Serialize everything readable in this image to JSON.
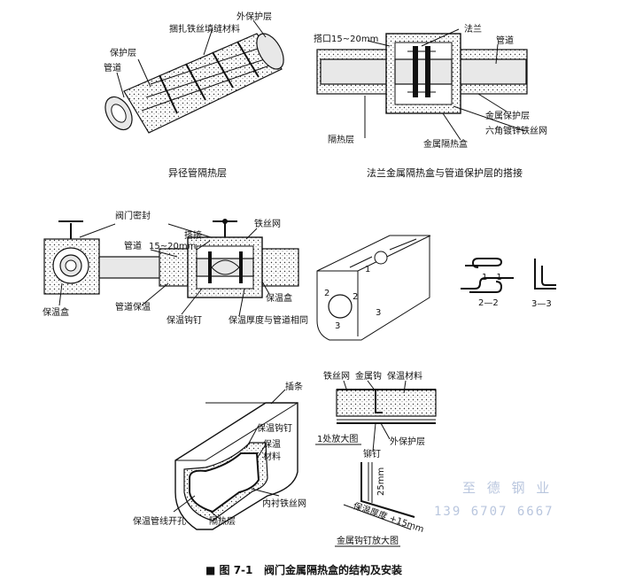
{
  "panels": {
    "reducer": {
      "caption": "异径管隔热层",
      "labels": {
        "outer_protect": "外保护层",
        "tie_wire": "捆扎铁丝",
        "fill_seam": "填缝材料",
        "protect": "保护层",
        "pipe": "管道"
      }
    },
    "flange": {
      "caption": "法兰金属隔热盒与管道保护层的搭接",
      "labels": {
        "lap": "搭口15~20mm",
        "flange": "法兰",
        "pipe": "管道",
        "metal_protect": "金属保护层",
        "hex_wire": "六角镀锌铁丝网",
        "insulation": "隔热层",
        "metal_box": "金属隔热盒"
      }
    },
    "valve": {
      "labels": {
        "valve_seal": "阀门密封",
        "wire_mesh": "铁丝网",
        "lap": "搭接",
        "pipe": "管道",
        "lap_range": "15~20mm",
        "keep_box_left": "保温盒",
        "pipe_insulation": "管道保温",
        "insul_nail": "保温钩钉",
        "thickness_same": "保温厚度与管道相同",
        "keep_box_right": "保温盒"
      }
    },
    "box_section": {
      "marks": [
        "1",
        "2",
        "2",
        "3",
        "3"
      ]
    },
    "seams": {
      "labels": [
        "1—1",
        "2—2",
        "3—3"
      ]
    },
    "insulated_box": {
      "labels": {
        "strip": "插条",
        "nail": "保温钩钉",
        "insul": "保温",
        "material": "材料",
        "inner_mesh": "内衬铁丝网",
        "opening": "保温管线开孔",
        "layer": "隔热层"
      }
    },
    "detail": {
      "labels": {
        "wire_mesh": "铁丝网",
        "metal_hook": "金属钩",
        "insul_material": "保温材料",
        "enlarged": "1处放大图",
        "rivet": "铆钉",
        "outer_protect": "外保护层",
        "dim_25": "25mm",
        "thickness": "保温厚度 +15mm",
        "nail_enlarged": "金属钩钉放大图"
      }
    }
  },
  "figure_caption": {
    "number": "■ 图 7-1",
    "title": "阀门金属隔热盒的结构及安装"
  },
  "watermark": {
    "brand": "至 德 钢 业",
    "phone": "139  6707  6667"
  }
}
